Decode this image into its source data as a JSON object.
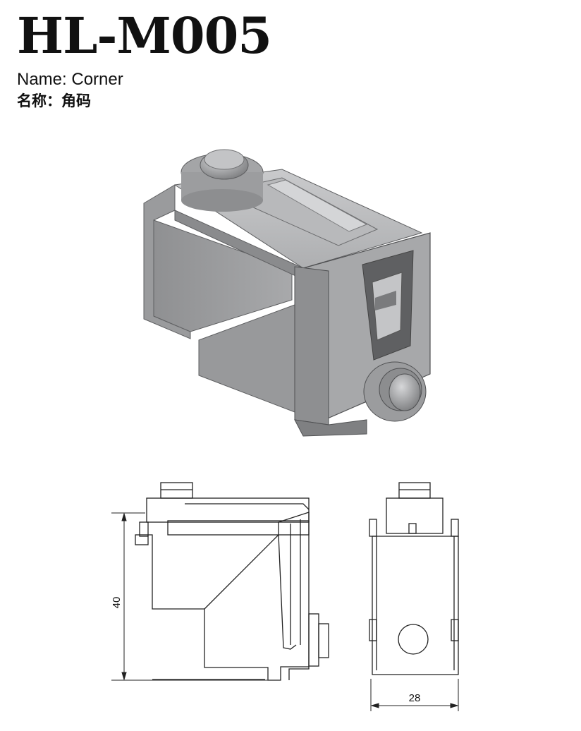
{
  "product": {
    "code": "HL-M005",
    "name_en": "Name: Corner",
    "name_zh": "名称：角码"
  },
  "drawing": {
    "dim_height": "40",
    "dim_width": "28"
  }
}
